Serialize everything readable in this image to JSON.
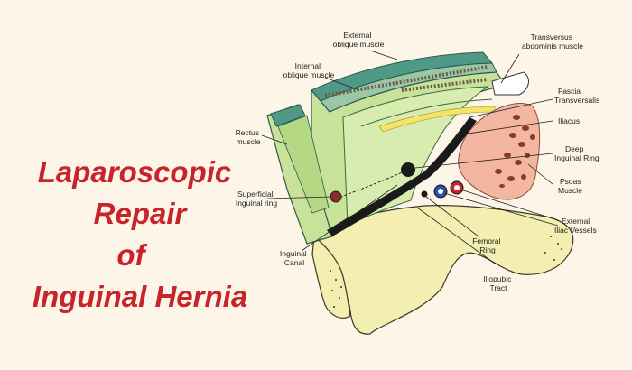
{
  "title_lines": [
    "Laparoscopic",
    "Repair",
    "of",
    "Inguinal Hernia"
  ],
  "labels": {
    "external_oblique": [
      "External",
      "oblique muscle"
    ],
    "internal_oblique": [
      "Internal",
      "oblique muscle"
    ],
    "transversus": [
      "Transversus",
      "abdominis muscle"
    ],
    "fascia": [
      "Fascia",
      "Transversalis"
    ],
    "iliacus": [
      "Iliacus"
    ],
    "deep_ring": [
      "Deep",
      "Inguinal Ring"
    ],
    "psoas": [
      "Psoas",
      "Muscle"
    ],
    "external_iliac": [
      "External",
      "Iliac Vessels"
    ],
    "rectus": [
      "Rectus",
      "muscle"
    ],
    "superficial_ring": [
      "Superficial",
      "Inguinal ring"
    ],
    "inguinal_canal": [
      "Inguinal",
      "Canal"
    ],
    "femoral_ring": [
      "Femoral",
      "Ring"
    ],
    "iliopubic_tract": [
      "Iliopubic",
      "Tract"
    ]
  },
  "colors": {
    "title": "#c8242b",
    "bone": "#f4eeb0",
    "muscle_green": "#c8e29a",
    "dark_green": "#4e9a86",
    "psoas_pink": "#f3b6a0",
    "vessel_blue": "#2a4fb0",
    "vessel_red": "#c8242b"
  }
}
